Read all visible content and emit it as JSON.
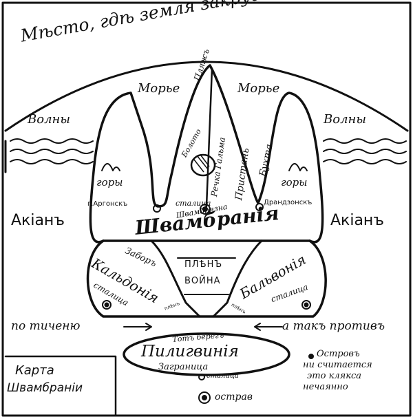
{
  "map": {
    "title_box": {
      "line1": "Карта",
      "line2": "Швамбраніи"
    },
    "edge_of_world": "Мѣсто, гдѣ земля закругляется",
    "ocean": {
      "left": "Акіанъ",
      "right": "Акіанъ"
    },
    "waves": {
      "left": "Волны",
      "right": "Волны"
    },
    "seas": {
      "left": "Морье",
      "right": "Морье"
    },
    "mountains": {
      "left": "горы",
      "right": "горы"
    },
    "central_peninsula": {
      "beach": "Пляжъ",
      "swamp": "Болото",
      "river": "Речка Гальма",
      "pier": "Пристань",
      "bay": "Бухта"
    },
    "cities": {
      "argonsk": "г.Аргонскъ",
      "capital": "сталица",
      "drandzonsk": "Драндзонскъ"
    },
    "country": {
      "name": "Швамбранія",
      "capital_name": "Швамбрязна"
    },
    "kaldonia": {
      "name": "Кальдонія",
      "fence": "Заборъ",
      "capital": "сталица"
    },
    "balvonia": {
      "name": "Бальвонія",
      "capital": "сталица"
    },
    "center_zone": {
      "line1": "ПЛѢНЪ",
      "line2": "ВОЙНА",
      "left_small": "плѣнъ",
      "right_small": "плѣнъ"
    },
    "current": {
      "left": "по тиченю",
      "right": "а такъ противъ"
    },
    "pilignvinia": {
      "name": "Пилигвинія",
      "shore": "Тотъ берегъ",
      "abroad": "Заграница",
      "capital": "сталица"
    },
    "island_note": {
      "line1": "Островъ",
      "line2": "ни считается",
      "line3": "это клякса",
      "line4": "нечаянно"
    },
    "island": "острав"
  }
}
